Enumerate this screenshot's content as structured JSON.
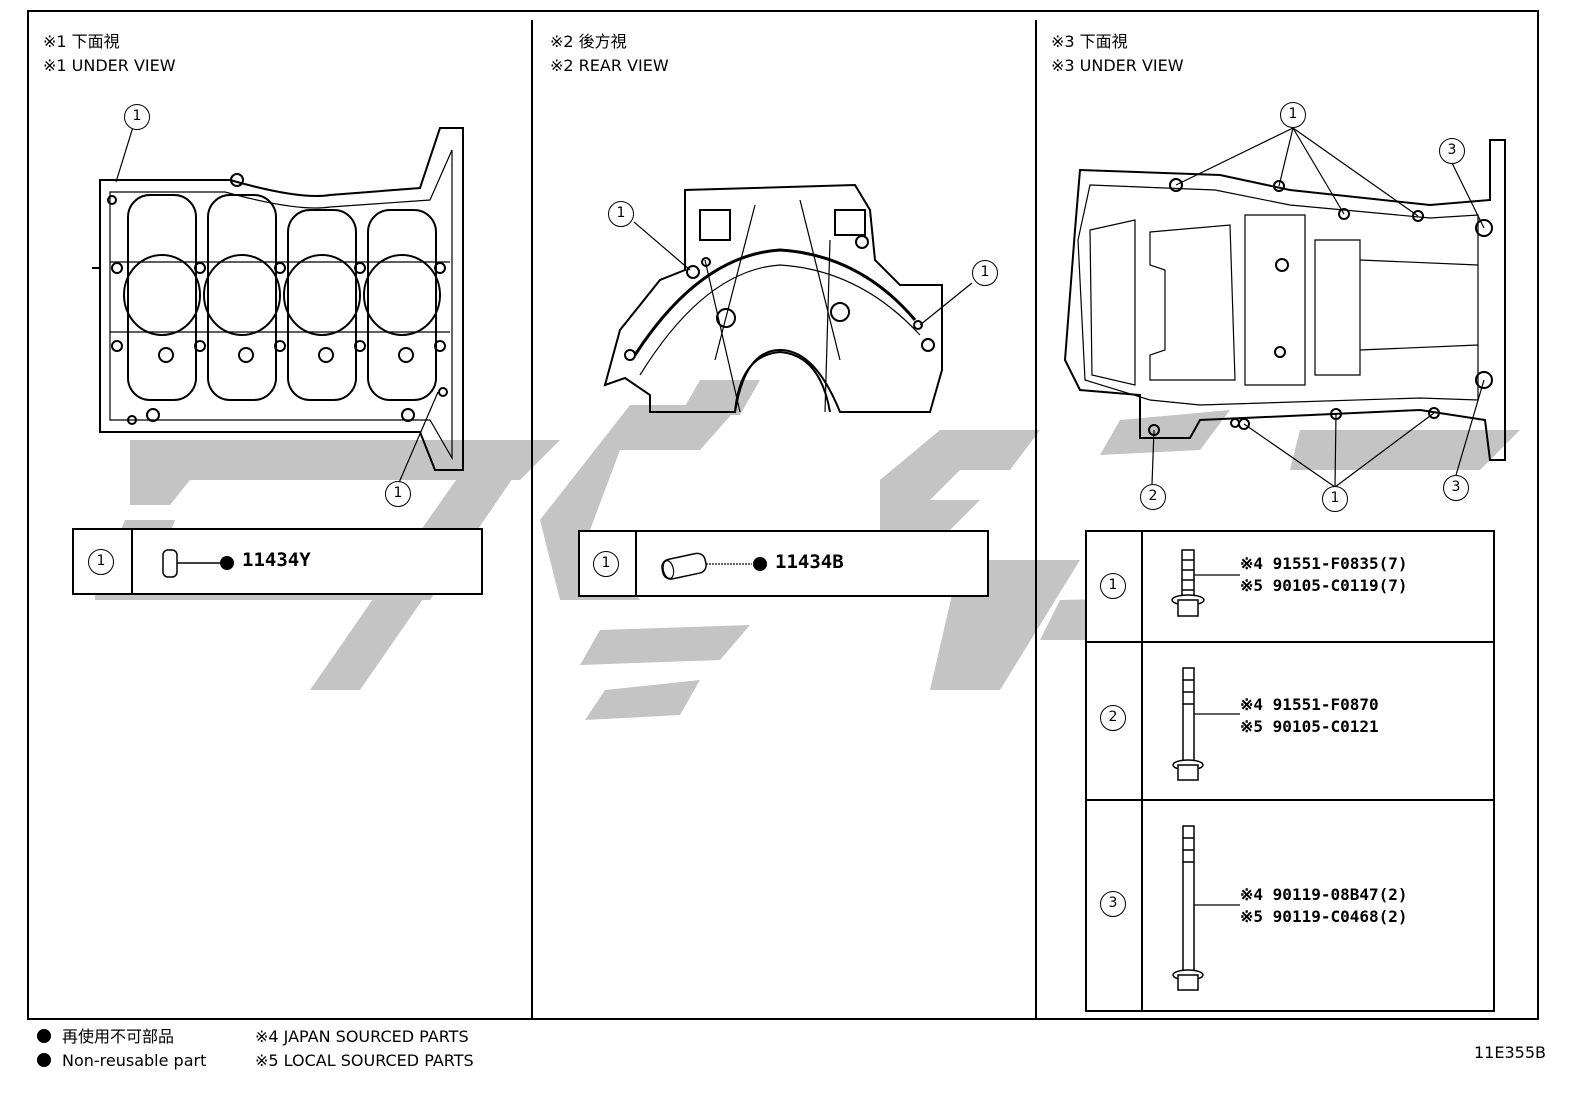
{
  "panels": [
    {
      "header_ja": "※1 下面視",
      "header_en": "※1 UNDER VIEW",
      "callout_label": "1",
      "table": {
        "ref": "1",
        "part_number": "11434Y"
      }
    },
    {
      "header_ja": "※2 後方視",
      "header_en": "※2 REAR VIEW",
      "callout_label": "1",
      "table": {
        "ref": "1",
        "part_number": "11434B"
      }
    },
    {
      "header_ja": "※3 下面視",
      "header_en": "※3 UNDER VIEW",
      "callouts": [
        "1",
        "2",
        "3"
      ],
      "bolts": [
        {
          "ref": "1",
          "line1": "※4 91551-F0835(7)",
          "line2": "※5 90105-C0119(7)"
        },
        {
          "ref": "2",
          "line1": "※4 91551-F0870",
          "line2": "※5 90105-C0121"
        },
        {
          "ref": "3",
          "line1": "※4 90119-08B47(2)",
          "line2": "※5 90119-C0468(2)"
        }
      ]
    }
  ],
  "legend": {
    "non_reusable_ja": "再使用不可部品",
    "non_reusable_en": "Non-reusable part",
    "note4": "※4 JAPAN SOURCED PARTS",
    "note5": "※5 LOCAL SOURCED PARTS"
  },
  "figure_id": "11E355B",
  "colors": {
    "line": "#000000",
    "watermark": "#c4c4c4"
  }
}
